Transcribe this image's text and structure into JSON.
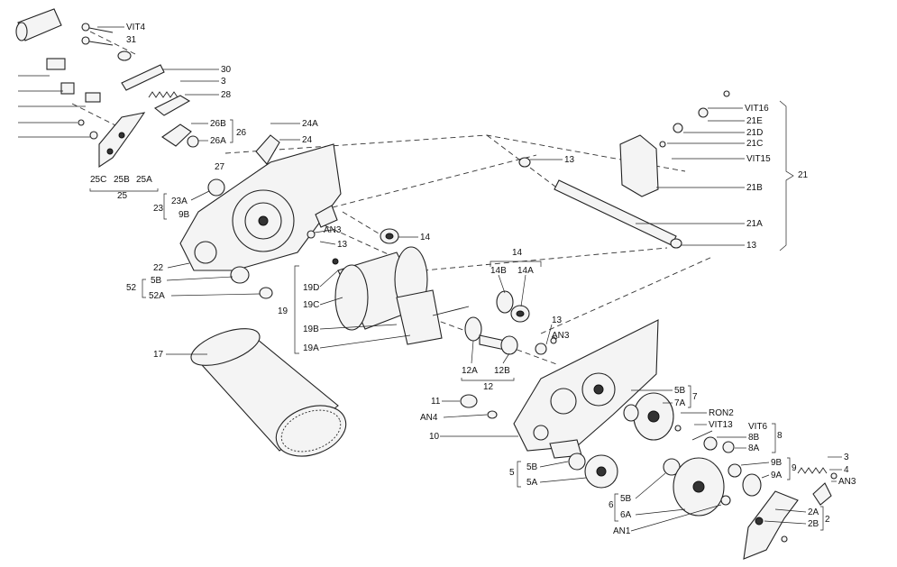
{
  "labels": {
    "VIT4": "VIT4",
    "31": "31",
    "30": "30",
    "3_top": "3",
    "28": "28",
    "26B": "26B",
    "26A": "26A",
    "26": "26",
    "24A": "24A",
    "24": "24",
    "27": "27",
    "25C": "25C",
    "25B": "25B",
    "25A": "25A",
    "25": "25",
    "23A": "23A",
    "9B_left": "9B",
    "23": "23",
    "22": "22",
    "AN3_top": "AN3",
    "13_left": "13",
    "14_left": "14",
    "5B_left": "5B",
    "52A": "52A",
    "52": "52",
    "19D": "19D",
    "19C": "19C",
    "19B": "19B",
    "19A": "19A",
    "19": "19",
    "17": "17",
    "VIT16": "VIT16",
    "21E": "21E",
    "21D": "21D",
    "21C": "21C",
    "VIT15": "VIT15",
    "21B": "21B",
    "21A": "21A",
    "21": "21",
    "13_top": "13",
    "13_right": "13",
    "14_group": "14",
    "14B": "14B",
    "14A": "14A",
    "13_mid": "13",
    "AN3_mid": "AN3",
    "12A": "12A",
    "12B": "12B",
    "12": "12",
    "11": "11",
    "AN4": "AN4",
    "10": "10",
    "5B_7": "5B",
    "7A": "7A",
    "7": "7",
    "RON2": "RON2",
    "VIT13": "VIT13",
    "VIT6": "VIT6",
    "8B": "8B",
    "8A": "8A",
    "8": "8",
    "9B_right": "9B",
    "9A": "9A",
    "9": "9",
    "5B_bottom": "5B",
    "5A": "5A",
    "5": "5",
    "5B_6": "5B",
    "6A": "6A",
    "6": "6",
    "AN1": "AN1",
    "3_right": "3",
    "4": "4",
    "AN3_right": "AN3",
    "2A": "2A",
    "2B": "2B",
    "2": "2"
  },
  "colors": {
    "ink": "#222222",
    "paper": "#ffffff"
  }
}
